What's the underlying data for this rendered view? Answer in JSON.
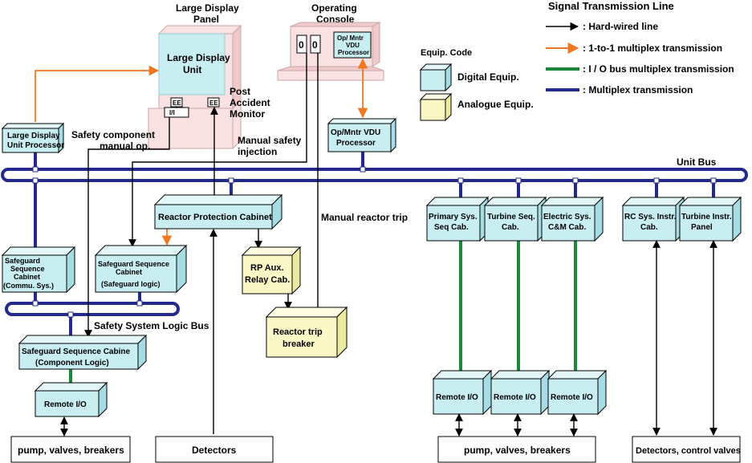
{
  "colors": {
    "digital": "#c8eef2",
    "digital_side": "#a6dde4",
    "analogue": "#fbf8c6",
    "analogue_side": "#ecea9e",
    "console": "#fbe2e2",
    "console_dark": "#f0caca",
    "hardwire": "#000000",
    "one_to_one": "#f07820",
    "io_bus": "#1a8a3a",
    "multiplex": "#232a8c"
  },
  "legend": {
    "title": "Signal Transmission Line",
    "items": [
      {
        "label": ": Hard-wired line",
        "kind": "hardwire"
      },
      {
        "label": ": 1-to-1 multiplex transmission",
        "kind": "one_to_one"
      },
      {
        "label": ": I / O bus multiplex transmission",
        "kind": "io_bus"
      },
      {
        "label": ": Multiplex transmission",
        "kind": "multiplex"
      }
    ],
    "equip_title": "Equip. Code",
    "digital": "Digital Equip.",
    "analogue": "Analogue Equip."
  },
  "panel": {
    "title1": "Large Display",
    "title2": "Panel",
    "unit1": "Large Display",
    "unit2": "Unit",
    "gauge": "EE",
    "switch": "I/I"
  },
  "console": {
    "title1": "Operating",
    "title2": "Console",
    "digit": "0",
    "vdu1": "Op/ Mntr",
    "vdu2": "VDU",
    "vdu3": "Processor"
  },
  "labels": {
    "post1": "Post",
    "post2": "Accident",
    "post3": "Monitor",
    "safety_comp1": "Safety component",
    "safety_comp2": "manual op.",
    "manual_inj1": "Manual safety",
    "manual_inj2": "injection",
    "manual_trip": "Manual reactor trip",
    "unit_bus": "Unit Bus",
    "logic_bus": "Safety System Logic Bus"
  },
  "boxes": {
    "ldu_proc": [
      "Large Display",
      "Unit Processor"
    ],
    "opm_proc": [
      "Op/Mntr VDU",
      "Processor"
    ],
    "rpc": [
      "Reactor Protection Cabinet"
    ],
    "ssc_comm": [
      "Safeguard",
      "Sequence",
      "Cabinet",
      "(Commu. Sys.)"
    ],
    "ssc_logic": [
      "Safeguard Sequence",
      "Cabinet",
      "(Safeguard logic)"
    ],
    "ssc_comp": [
      "Safeguard Sequence Cabine",
      "(Component Logic)"
    ],
    "rio_left": [
      "Remote I/O"
    ],
    "rp_aux": [
      "RP Aux.",
      "Relay Cab."
    ],
    "trip_breaker": [
      "Reactor trip",
      "breaker"
    ],
    "prim_seq": [
      "Primary Sys.",
      "Seq Cab."
    ],
    "turb_seq": [
      "Turbine Seq.",
      "Cab."
    ],
    "elec_sys": [
      "Electric Sys.",
      "C&M Cab."
    ],
    "rc_instr": [
      "RC Sys. Instr.",
      "Cab."
    ],
    "turb_instr": [
      "Turbine Instr.",
      "Panel"
    ],
    "rio_1": [
      "Remote I/O"
    ],
    "rio_2": [
      "Remote I/O"
    ],
    "rio_3": [
      "Remote I/O"
    ]
  },
  "bottom": {
    "pumps_left": "pump, valves, breakers",
    "detectors": "Detectors",
    "pumps_right": "pump, valves, breakers",
    "det_valves": "Detectors, control valves"
  }
}
